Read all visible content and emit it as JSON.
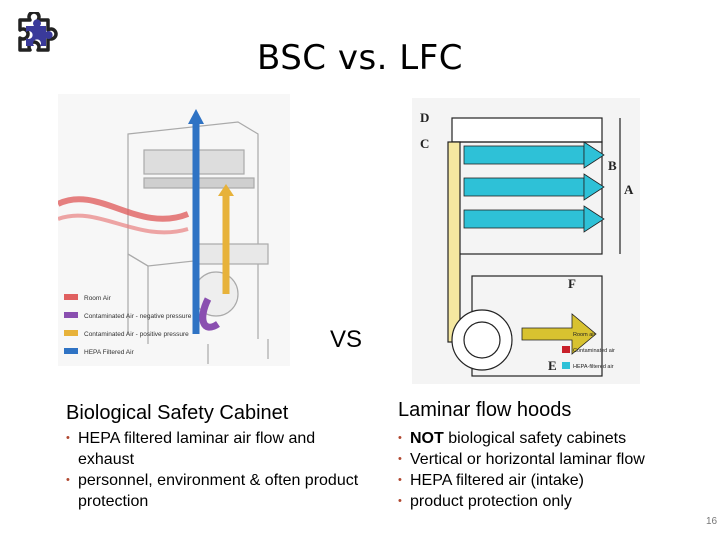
{
  "slide": {
    "title": "BSC vs. LFC",
    "vs_label": "VS",
    "page_number": "16",
    "left": {
      "heading": "Biological Safety Cabinet",
      "bullets": [
        {
          "text": "HEPA filtered laminar air flow and exhaust"
        },
        {
          "text": "personnel, environment & often product protection"
        }
      ],
      "figure_legend": [
        {
          "label": "Room Air",
          "color": "#e06060"
        },
        {
          "label": "Contaminated Air - negative pressure",
          "color": "#8a4fb0"
        },
        {
          "label": "Contaminated Air - positive pressure",
          "color": "#e7b23a"
        },
        {
          "label": "HEPA Filtered Air",
          "color": "#2f73c4"
        }
      ]
    },
    "right": {
      "heading": "Laminar flow hoods",
      "bullets": [
        {
          "bold": "NOT",
          "text": " biological safety cabinets"
        },
        {
          "text": "Vertical or horizontal laminar flow"
        },
        {
          "text": "HEPA filtered air (intake)"
        },
        {
          "text": "product protection only"
        }
      ],
      "figure_letters": [
        "D",
        "C",
        "B",
        "A",
        "F",
        "E"
      ],
      "figure_legend": [
        {
          "label": "Room air",
          "color": "#d8c230"
        },
        {
          "label": "Contaminated air",
          "color": "#c8202a"
        },
        {
          "label": "HEPA-filtered air",
          "color": "#2ec1d7"
        }
      ]
    },
    "colors": {
      "bullet": "#b0472f",
      "logo": "#2b2b8a"
    }
  }
}
